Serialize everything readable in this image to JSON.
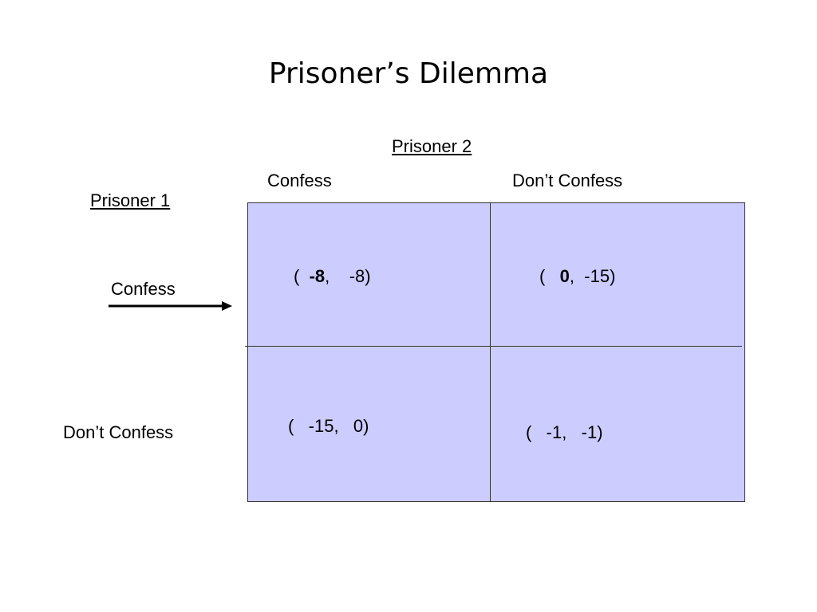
{
  "title": "Prisoner’s Dilemma",
  "prisoner2": {
    "label": "Prisoner 2",
    "col_confess": "Confess",
    "col_dont_confess": "Don’t Confess"
  },
  "prisoner1": {
    "label": "Prisoner 1",
    "row_confess": "Confess",
    "row_dont_confess": "Don’t Confess"
  },
  "payoffs": {
    "confess_confess": {
      "open": "(  ",
      "p1": "-8",
      "sep": ",    ",
      "p2": "-8)"
    },
    "confess_dont": {
      "open": "(   ",
      "p1": "0",
      "sep": ",  ",
      "p2": "-15)"
    },
    "dont_confess": {
      "text": "(   -15,   0)"
    },
    "dont_dont": {
      "text": "(   -1,   -1)"
    }
  },
  "colors": {
    "cell_fill": "#ccccff",
    "lines": "#333333"
  }
}
